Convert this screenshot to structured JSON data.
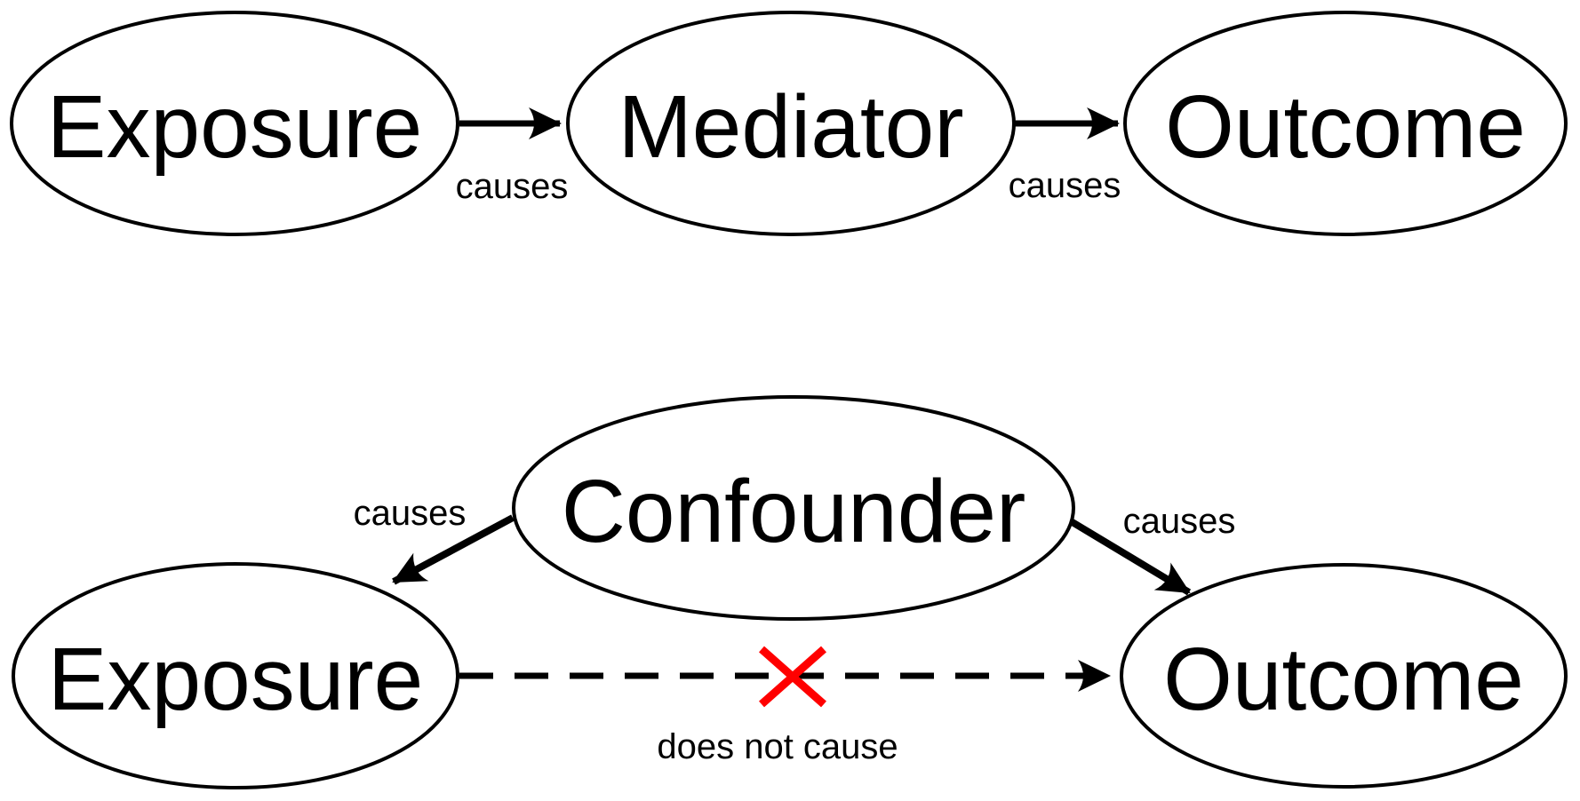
{
  "diagram": {
    "mediation": {
      "nodes": {
        "exposure": "Exposure",
        "mediator": "Mediator",
        "outcome": "Outcome"
      },
      "edges": {
        "exposure_mediator": "causes",
        "mediator_outcome": "causes"
      }
    },
    "confounding": {
      "nodes": {
        "confounder": "Confounder",
        "exposure": "Exposure",
        "outcome": "Outcome"
      },
      "edges": {
        "confounder_exposure": "causes",
        "confounder_outcome": "causes",
        "exposure_outcome": "does not cause"
      }
    },
    "colors": {
      "line": "#000000",
      "text": "#000000",
      "x_mark": "#ff0000",
      "background": "#ffffff"
    }
  }
}
